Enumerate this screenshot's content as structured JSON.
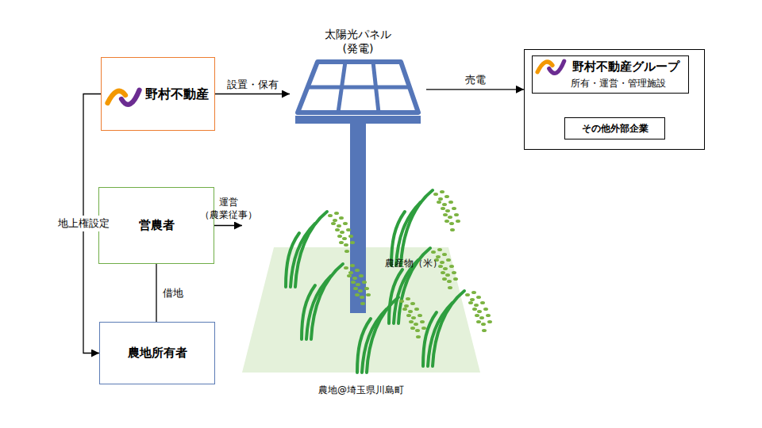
{
  "diagram": {
    "nodes": [
      {
        "text": [
          "野村不動産"
        ]
      },
      {
        "text": [
          "太陽光パネル (発電)"
        ]
      },
      {
        "text": []
      },
      {
        "text": [
          "野村不動産グループ",
          "所有・運営・管理施設"
        ],
        "in": 2
      },
      {
        "text": [
          "その他外部企業"
        ],
        "in": 2
      },
      {
        "text": [
          "営農者"
        ]
      },
      {
        "text": [
          "農産物（米）",
          "農地@埼玉県川島町"
        ]
      },
      {
        "text": [
          "農地所有者"
        ]
      }
    ],
    "edges": [
      {
        "from": 0,
        "to": 1,
        "label": "設置・保有",
        "arrow": "to"
      },
      {
        "from": 1,
        "to": 2,
        "label": "売電",
        "arrow": "to"
      },
      {
        "from": 5,
        "to": 6,
        "label": "運営 （農業従事）",
        "arrow": "to"
      },
      {
        "from": 5,
        "to": 7,
        "label": "借地",
        "arrow": "none"
      },
      {
        "from": 0,
        "to": 7,
        "label": "地上権設定",
        "arrow": "to"
      }
    ]
  }
}
